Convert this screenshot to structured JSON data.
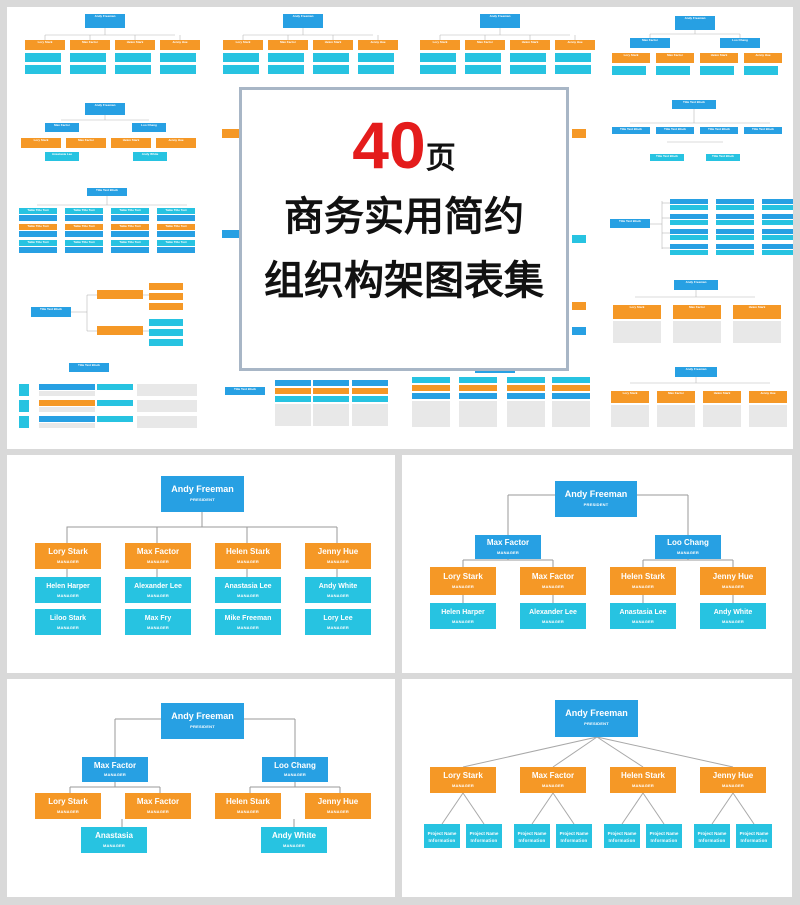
{
  "overlay": {
    "number": "40",
    "unit": "页",
    "line1": "商务实用简约",
    "line2": "组织构架图表集"
  },
  "thumb": {
    "president": "Andy Freeman",
    "president_role": "PRESIDENT",
    "m1": "Max Factor",
    "m2": "Loo Chang",
    "l1": "Lory Stark",
    "l2": "Max Factor",
    "l3": "Helen Stark",
    "l4": "Jenny Hue",
    "t": "Title Text Block",
    "s": "Table Title Text",
    "sub": "MANAGER",
    "sa": "Anastasia Lee",
    "sb": "Andy White"
  },
  "colors": {
    "blue": "#27a0e3",
    "orange": "#f59826",
    "cyan": "#27c3e1"
  },
  "panel_a": {
    "top": {
      "name": "Andy Freeman",
      "role": "PRESIDENT"
    },
    "heads": [
      {
        "name": "Lory Stark",
        "role": "MANAGER"
      },
      {
        "name": "Max Factor",
        "role": "MANAGER"
      },
      {
        "name": "Helen Stark",
        "role": "MANAGER"
      },
      {
        "name": "Jenny Hue",
        "role": "MANAGER"
      }
    ],
    "row1": [
      {
        "name": "Helen Harper",
        "role": "MANAGER"
      },
      {
        "name": "Alexander Lee",
        "role": "MANAGER"
      },
      {
        "name": "Anastasia Lee",
        "role": "MANAGER"
      },
      {
        "name": "Andy White",
        "role": "MANAGER"
      }
    ],
    "row2": [
      {
        "name": "Liloo Stark",
        "role": "MANAGER"
      },
      {
        "name": "Max Fry",
        "role": "MANAGER"
      },
      {
        "name": "Mike Freeman",
        "role": "MANAGER"
      },
      {
        "name": "Lory Lee",
        "role": "MANAGER"
      }
    ]
  },
  "panel_b": {
    "top": {
      "name": "Andy Freeman",
      "role": "PRESIDENT"
    },
    "mids": [
      {
        "name": "Max Factor",
        "role": "MANAGER"
      },
      {
        "name": "Loo Chang",
        "role": "MANAGER"
      }
    ],
    "heads": [
      {
        "name": "Lory Stark",
        "role": "MANAGER"
      },
      {
        "name": "Max Factor",
        "role": "MANAGER"
      },
      {
        "name": "Helen Stark",
        "role": "MANAGER"
      },
      {
        "name": "Jenny Hue",
        "role": "MANAGER"
      }
    ],
    "subs": [
      {
        "name": "Helen Harper",
        "role": "MANAGER"
      },
      {
        "name": "Alexander Lee",
        "role": "MANAGER"
      },
      {
        "name": "Anastasia Lee",
        "role": "MANAGER"
      },
      {
        "name": "Andy White",
        "role": "MANAGER"
      }
    ]
  },
  "panel_c": {
    "top": {
      "name": "Andy Freeman",
      "role": "PRESIDENT"
    },
    "mids": [
      {
        "name": "Max Factor",
        "role": "MANAGER"
      },
      {
        "name": "Loo Chang",
        "role": "MANAGER"
      }
    ],
    "heads": [
      {
        "name": "Lory Stark",
        "role": "MANAGER"
      },
      {
        "name": "Max Factor",
        "role": "MANAGER"
      },
      {
        "name": "Helen Stark",
        "role": "MANAGER"
      },
      {
        "name": "Jenny Hue",
        "role": "MANAGER"
      }
    ],
    "subs": [
      {
        "name": "Anastasia",
        "role": "MANAGER"
      },
      {
        "name": "Andy White",
        "role": "MANAGER"
      }
    ]
  },
  "panel_d": {
    "top": {
      "name": "Andy Freeman",
      "role": "PRESIDENT"
    },
    "heads": [
      {
        "name": "Lory Stark",
        "role": "MANAGER"
      },
      {
        "name": "Max Factor",
        "role": "MANAGER"
      },
      {
        "name": "Helen Stark",
        "role": "MANAGER"
      },
      {
        "name": "Jenny Hue",
        "role": "MANAGER"
      }
    ],
    "project": {
      "line1": "Project Name",
      "line2": "Information"
    }
  }
}
